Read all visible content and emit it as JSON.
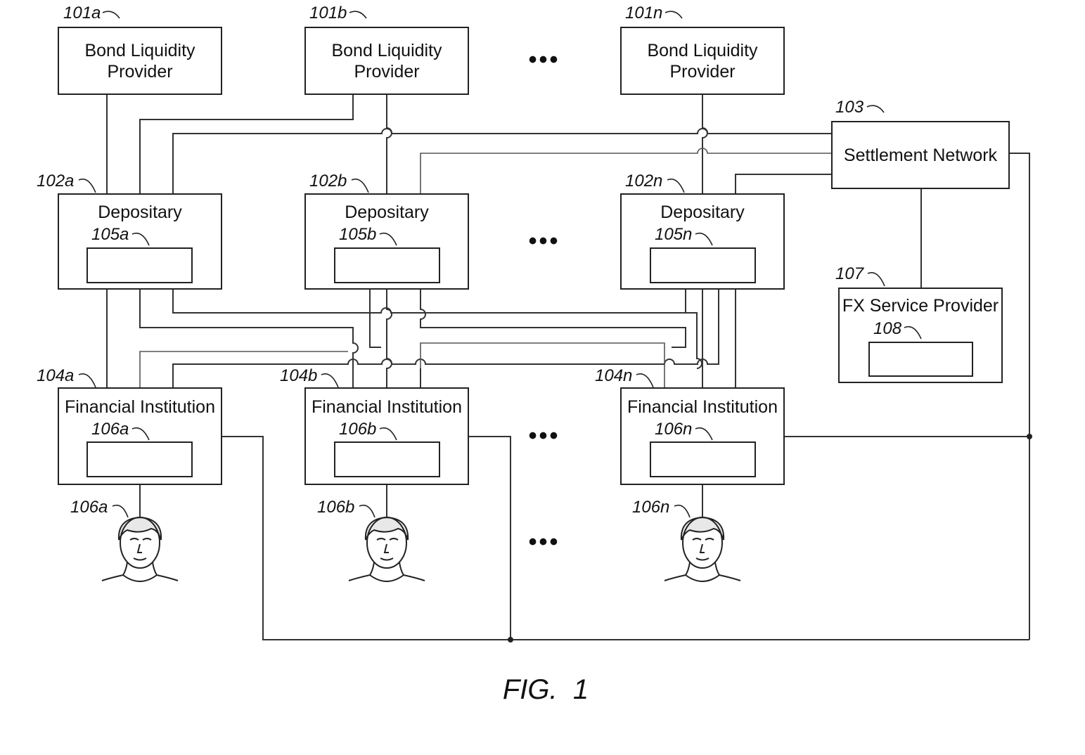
{
  "liquidity_providers": [
    {
      "ref": "101a",
      "line1": "Bond Liquidity",
      "line2": "Provider"
    },
    {
      "ref": "101b",
      "line1": "Bond Liquidity",
      "line2": "Provider"
    },
    {
      "ref": "101n",
      "line1": "Bond Liquidity",
      "line2": "Provider"
    }
  ],
  "depositaries": [
    {
      "ref": "102a",
      "label": "Depositary",
      "inner_ref": "105a"
    },
    {
      "ref": "102b",
      "label": "Depositary",
      "inner_ref": "105b"
    },
    {
      "ref": "102n",
      "label": "Depositary",
      "inner_ref": "105n"
    }
  ],
  "financial_institutions": [
    {
      "ref": "104a",
      "label": "Financial Institution",
      "inner_ref": "106a"
    },
    {
      "ref": "104b",
      "label": "Financial Institution",
      "inner_ref": "106b"
    },
    {
      "ref": "104n",
      "label": "Financial Institution",
      "inner_ref": "106n"
    }
  ],
  "users": [
    {
      "ref": "106a"
    },
    {
      "ref": "106b"
    },
    {
      "ref": "106n"
    }
  ],
  "settlement_network": {
    "ref": "103",
    "label": "Settlement Network"
  },
  "fx_service_provider": {
    "ref": "107",
    "label": "FX Service Provider",
    "inner_ref": "108"
  },
  "ellipsis": "•••",
  "figure_caption": "FIG.  1"
}
